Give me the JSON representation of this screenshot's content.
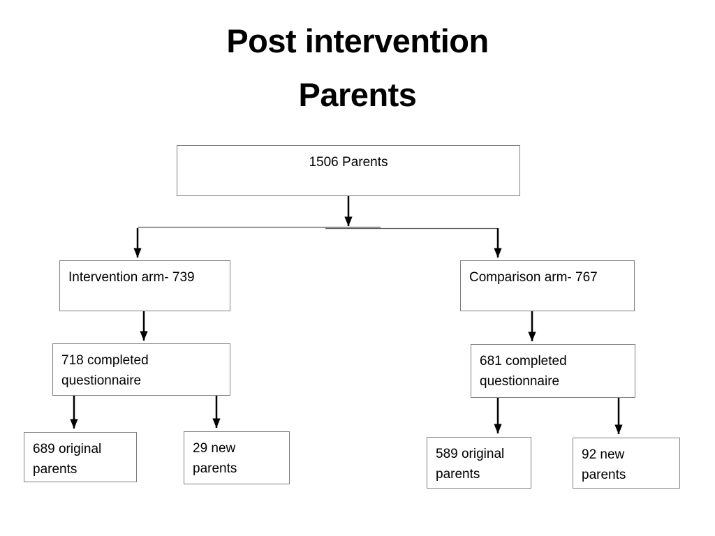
{
  "title": {
    "lines": [
      "Post intervention",
      "Parents"
    ]
  },
  "colors": {
    "background": "#ffffff",
    "box_border": "#7f7f7f",
    "arrow": "#000000",
    "connector_line": "#555555",
    "text": "#000000"
  },
  "flowchart": {
    "root": {
      "label": "1506 Parents"
    },
    "intervention_arm": {
      "label": "Intervention arm- 739"
    },
    "comparison_arm": {
      "label": "Comparison arm- 767"
    },
    "intervention_completed": {
      "lines": [
        "718 completed",
        "questionnaire"
      ]
    },
    "comparison_completed": {
      "lines": [
        "681 completed",
        "questionnaire"
      ]
    },
    "intervention_original": {
      "lines": [
        "689 original",
        "parents"
      ]
    },
    "intervention_new": {
      "lines": [
        "29 new",
        "parents"
      ]
    },
    "comparison_original": {
      "lines": [
        "589 original",
        "parents"
      ]
    },
    "comparison_new": {
      "lines": [
        "92 new",
        "parents"
      ]
    }
  }
}
